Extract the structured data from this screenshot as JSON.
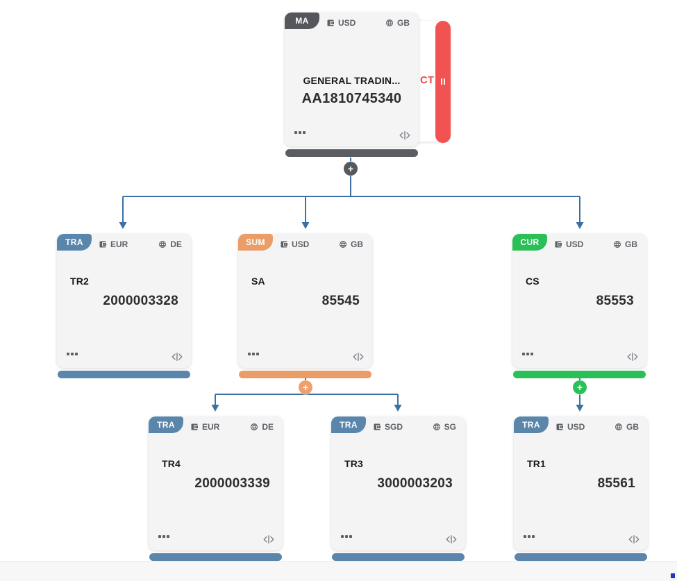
{
  "attachment": {
    "label": "CT"
  },
  "icons": {
    "plus": "+"
  },
  "nodes": [
    {
      "type": "MA",
      "currency": "USD",
      "country": "GB",
      "name": "GENERAL TRADIN...",
      "number": "AA1810745340"
    },
    {
      "type": "TRA",
      "currency": "EUR",
      "country": "DE",
      "name": "TR2",
      "number": "2000003328"
    },
    {
      "type": "SUM",
      "currency": "USD",
      "country": "GB",
      "name": "SA",
      "number": "85545"
    },
    {
      "type": "CUR",
      "currency": "USD",
      "country": "GB",
      "name": "CS",
      "number": "85553"
    },
    {
      "type": "TRA",
      "currency": "EUR",
      "country": "DE",
      "name": "TR4",
      "number": "2000003339"
    },
    {
      "type": "TRA",
      "currency": "SGD",
      "country": "SG",
      "name": "TR3",
      "number": "3000003203"
    },
    {
      "type": "TRA",
      "currency": "USD",
      "country": "GB",
      "name": "TR1",
      "number": "85561"
    }
  ],
  "colors": {
    "master": "#54585c",
    "transaction": "#5b86ab",
    "sum": "#eb9d68",
    "currency_node": "#2abf57",
    "attachment_red": "#f15353",
    "wire": "#3d71a3",
    "card_bg": "#f4f4f5"
  }
}
